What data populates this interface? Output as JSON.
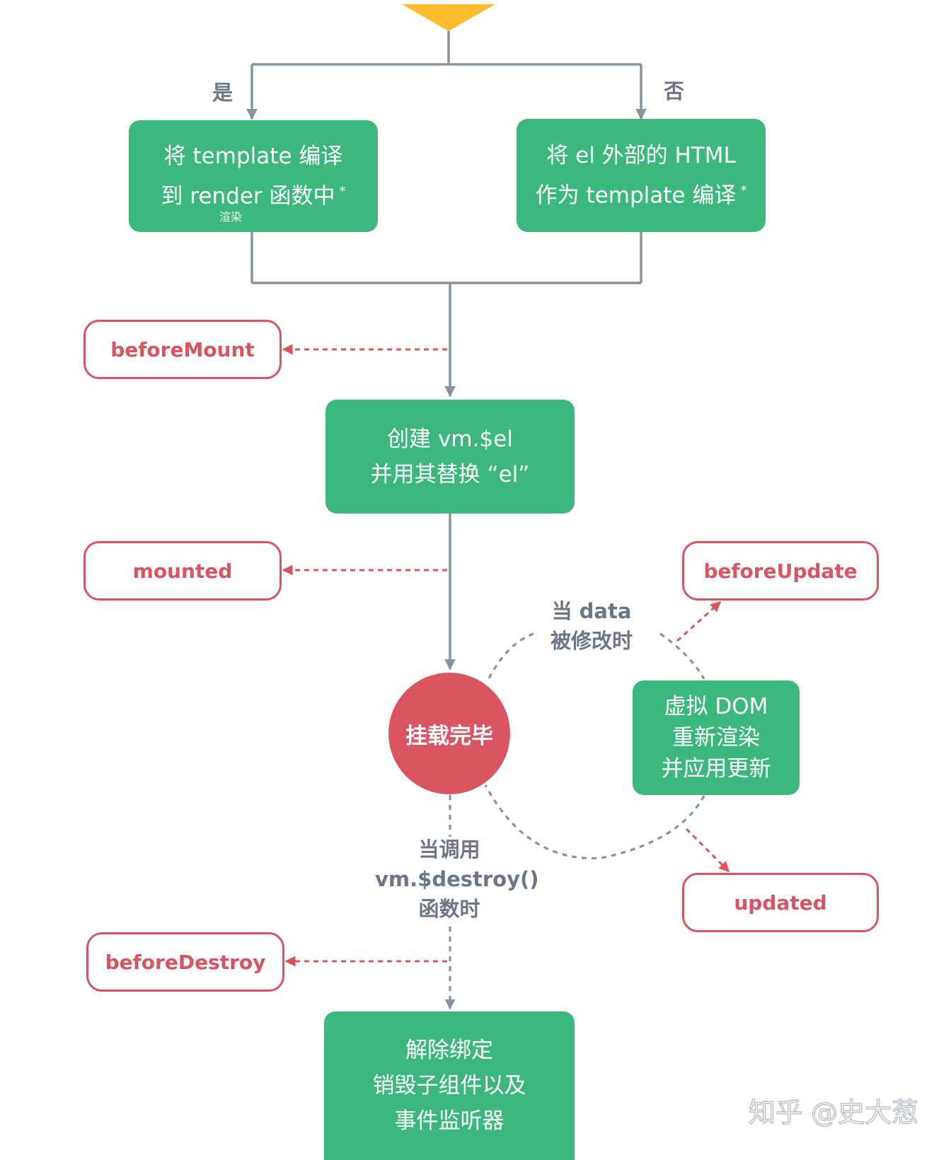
{
  "decision": {
    "yes_label": "是",
    "no_label": "否"
  },
  "boxes": {
    "compile_template": {
      "line1": "将 template 编译",
      "line2": "到 render 函数中",
      "star": "*",
      "note": "渲染"
    },
    "compile_outer_html": {
      "line1": "将 el 外部的 HTML",
      "line2": "作为 template 编译",
      "star": "*"
    },
    "create_el": {
      "line1": "创建  vm.$el",
      "line2": "并用其替换 “el”"
    },
    "virtual_dom": {
      "line1": "虚拟 DOM",
      "line2": "重新渲染",
      "line3": "并应用更新"
    },
    "teardown": {
      "line1": "解除绑定",
      "line2": "销毁子组件以及",
      "line3": "事件监听器"
    }
  },
  "hooks": {
    "before_mount": "beforeMount",
    "mounted": "mounted",
    "before_update": "beforeUpdate",
    "updated": "updated",
    "before_destroy": "beforeDestroy"
  },
  "mounted_state": "挂载完毕",
  "labels": {
    "data_change": {
      "line1": "当 data",
      "line2": "被修改时"
    },
    "destroy_call": {
      "line1": "当调用",
      "line2": "vm.$destroy()",
      "line3": "函数时"
    }
  },
  "watermark": "知乎 @史大葱",
  "colors": {
    "green": "#3cb77e",
    "red": "#d9545e",
    "gray_line": "#8693a0",
    "yellow": "#fbbd2e"
  }
}
